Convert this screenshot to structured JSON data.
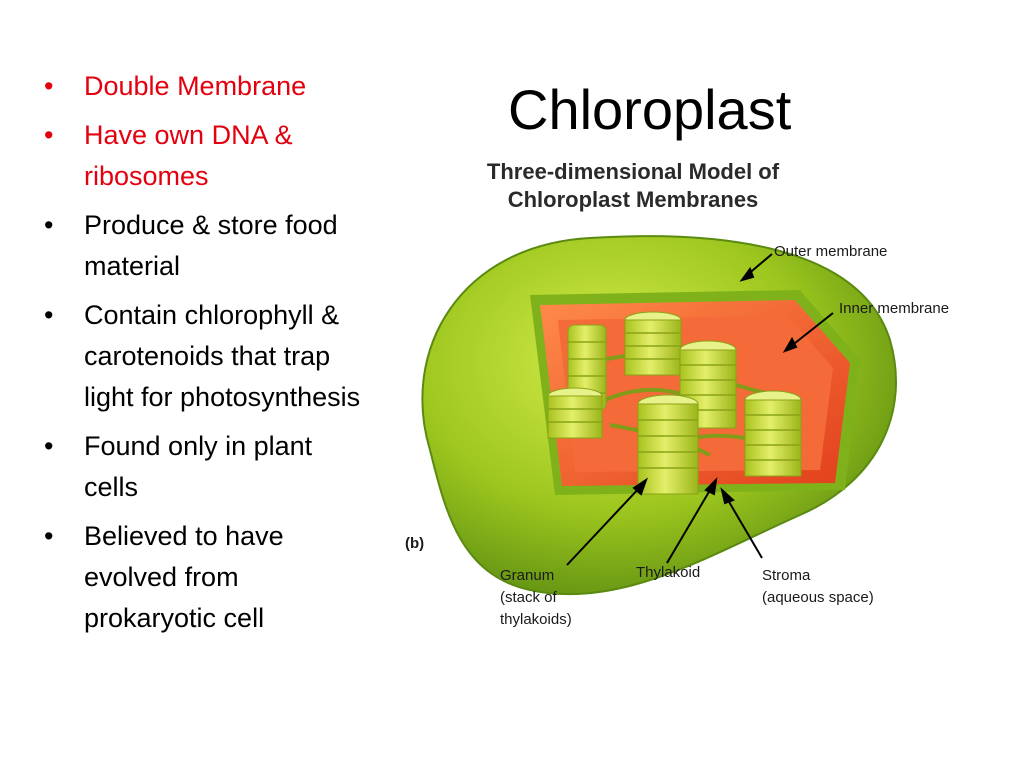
{
  "slide": {
    "title": "Chloroplast",
    "bullets": [
      {
        "text": "Double Membrane",
        "color": "#e3000f"
      },
      {
        "text": "Have own DNA & ribosomes",
        "color": "#e3000f"
      },
      {
        "text": "Produce & store food material",
        "color": "#000000"
      },
      {
        "text": "Contain chlorophyll & carotenoids that trap light for photosynthesis",
        "color": "#000000"
      },
      {
        "text": "Found only in plant cells",
        "color": "#000000"
      },
      {
        "text": "Believed to have evolved from prokaryotic cell",
        "color": "#000000"
      }
    ]
  },
  "figure": {
    "heading_line1": "Three-dimensional Model of",
    "heading_line2": "Chloroplast Membranes",
    "panel_label": "(b)",
    "labels": {
      "outer_membrane": "Outer membrane",
      "inner_membrane": "Inner membrane",
      "granum_1": "Granum",
      "granum_2": "(stack of",
      "granum_3": "thylakoids)",
      "thylakoid": "Thylakoid",
      "stroma_1": "Stroma",
      "stroma_2": "(aqueous space)"
    },
    "colors": {
      "outer_green": "#8fbf1f",
      "inner_red": "#f05a28",
      "stroma_orange": "#f2703a",
      "granum_yellow": "#c8dc3a"
    }
  }
}
